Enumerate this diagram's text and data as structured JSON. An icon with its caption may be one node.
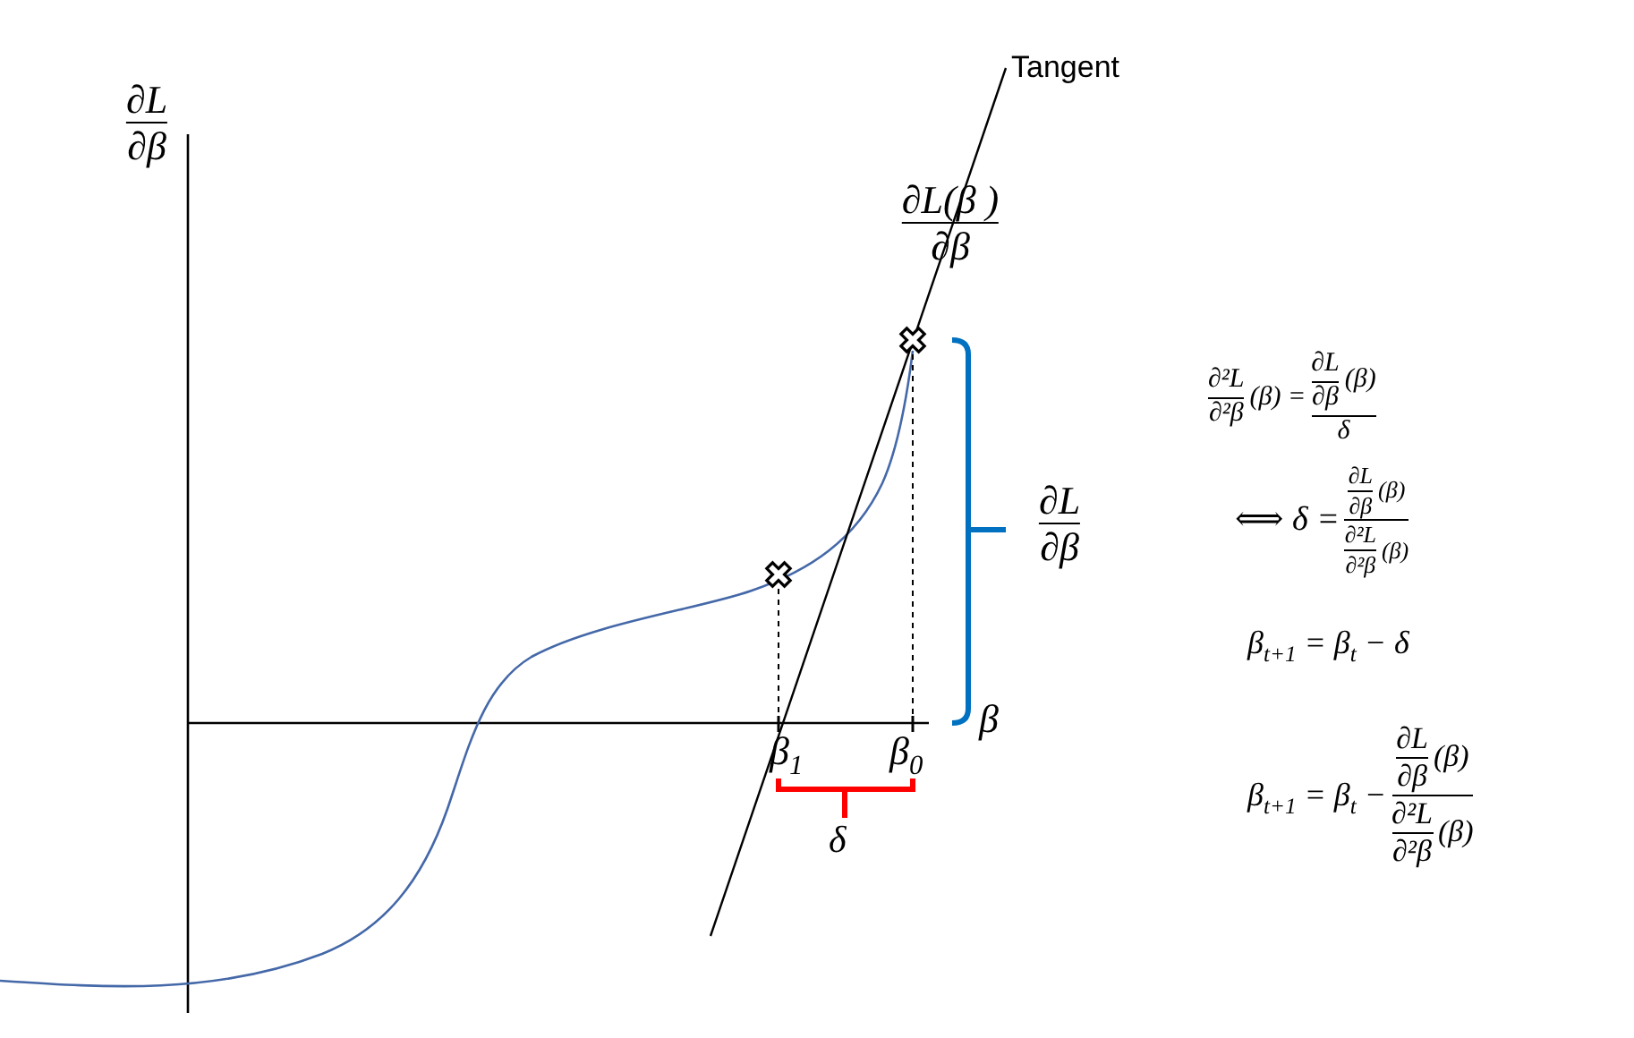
{
  "diagram": {
    "labels": [
      "∂L",
      "∂β",
      "Tangent",
      "∂L(β )",
      "∂β",
      "∂L",
      "∂β",
      "β",
      "β$_{1}$",
      "β$_{0}$",
      "δ",
      "∂²L",
      "∂²β",
      "(β) =",
      "∂L",
      "∂β",
      "(β)",
      "δ",
      "⟺ δ =",
      "∂L",
      "∂β",
      "(β)",
      "∂²L",
      "∂²β",
      "(β)",
      "β$_{t+1}$ = β$_{t}$ − δ",
      "β$_{t+1}$ = β$_{t}$ −",
      "∂L",
      "∂β",
      "(β)",
      "∂²L",
      "∂²β",
      "(β)"
    ]
  }
}
